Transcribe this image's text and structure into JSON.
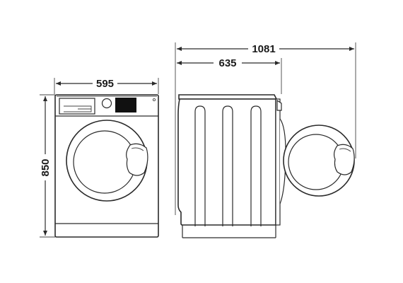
{
  "dimensions": {
    "front_width": "595",
    "front_height": "850",
    "side_depth": "635",
    "door_open_depth": "1081"
  },
  "colors": {
    "line": "#2a2a2a",
    "display": "#111111",
    "background": "#ffffff"
  },
  "icons": {
    "arrow": "arrow-head"
  }
}
